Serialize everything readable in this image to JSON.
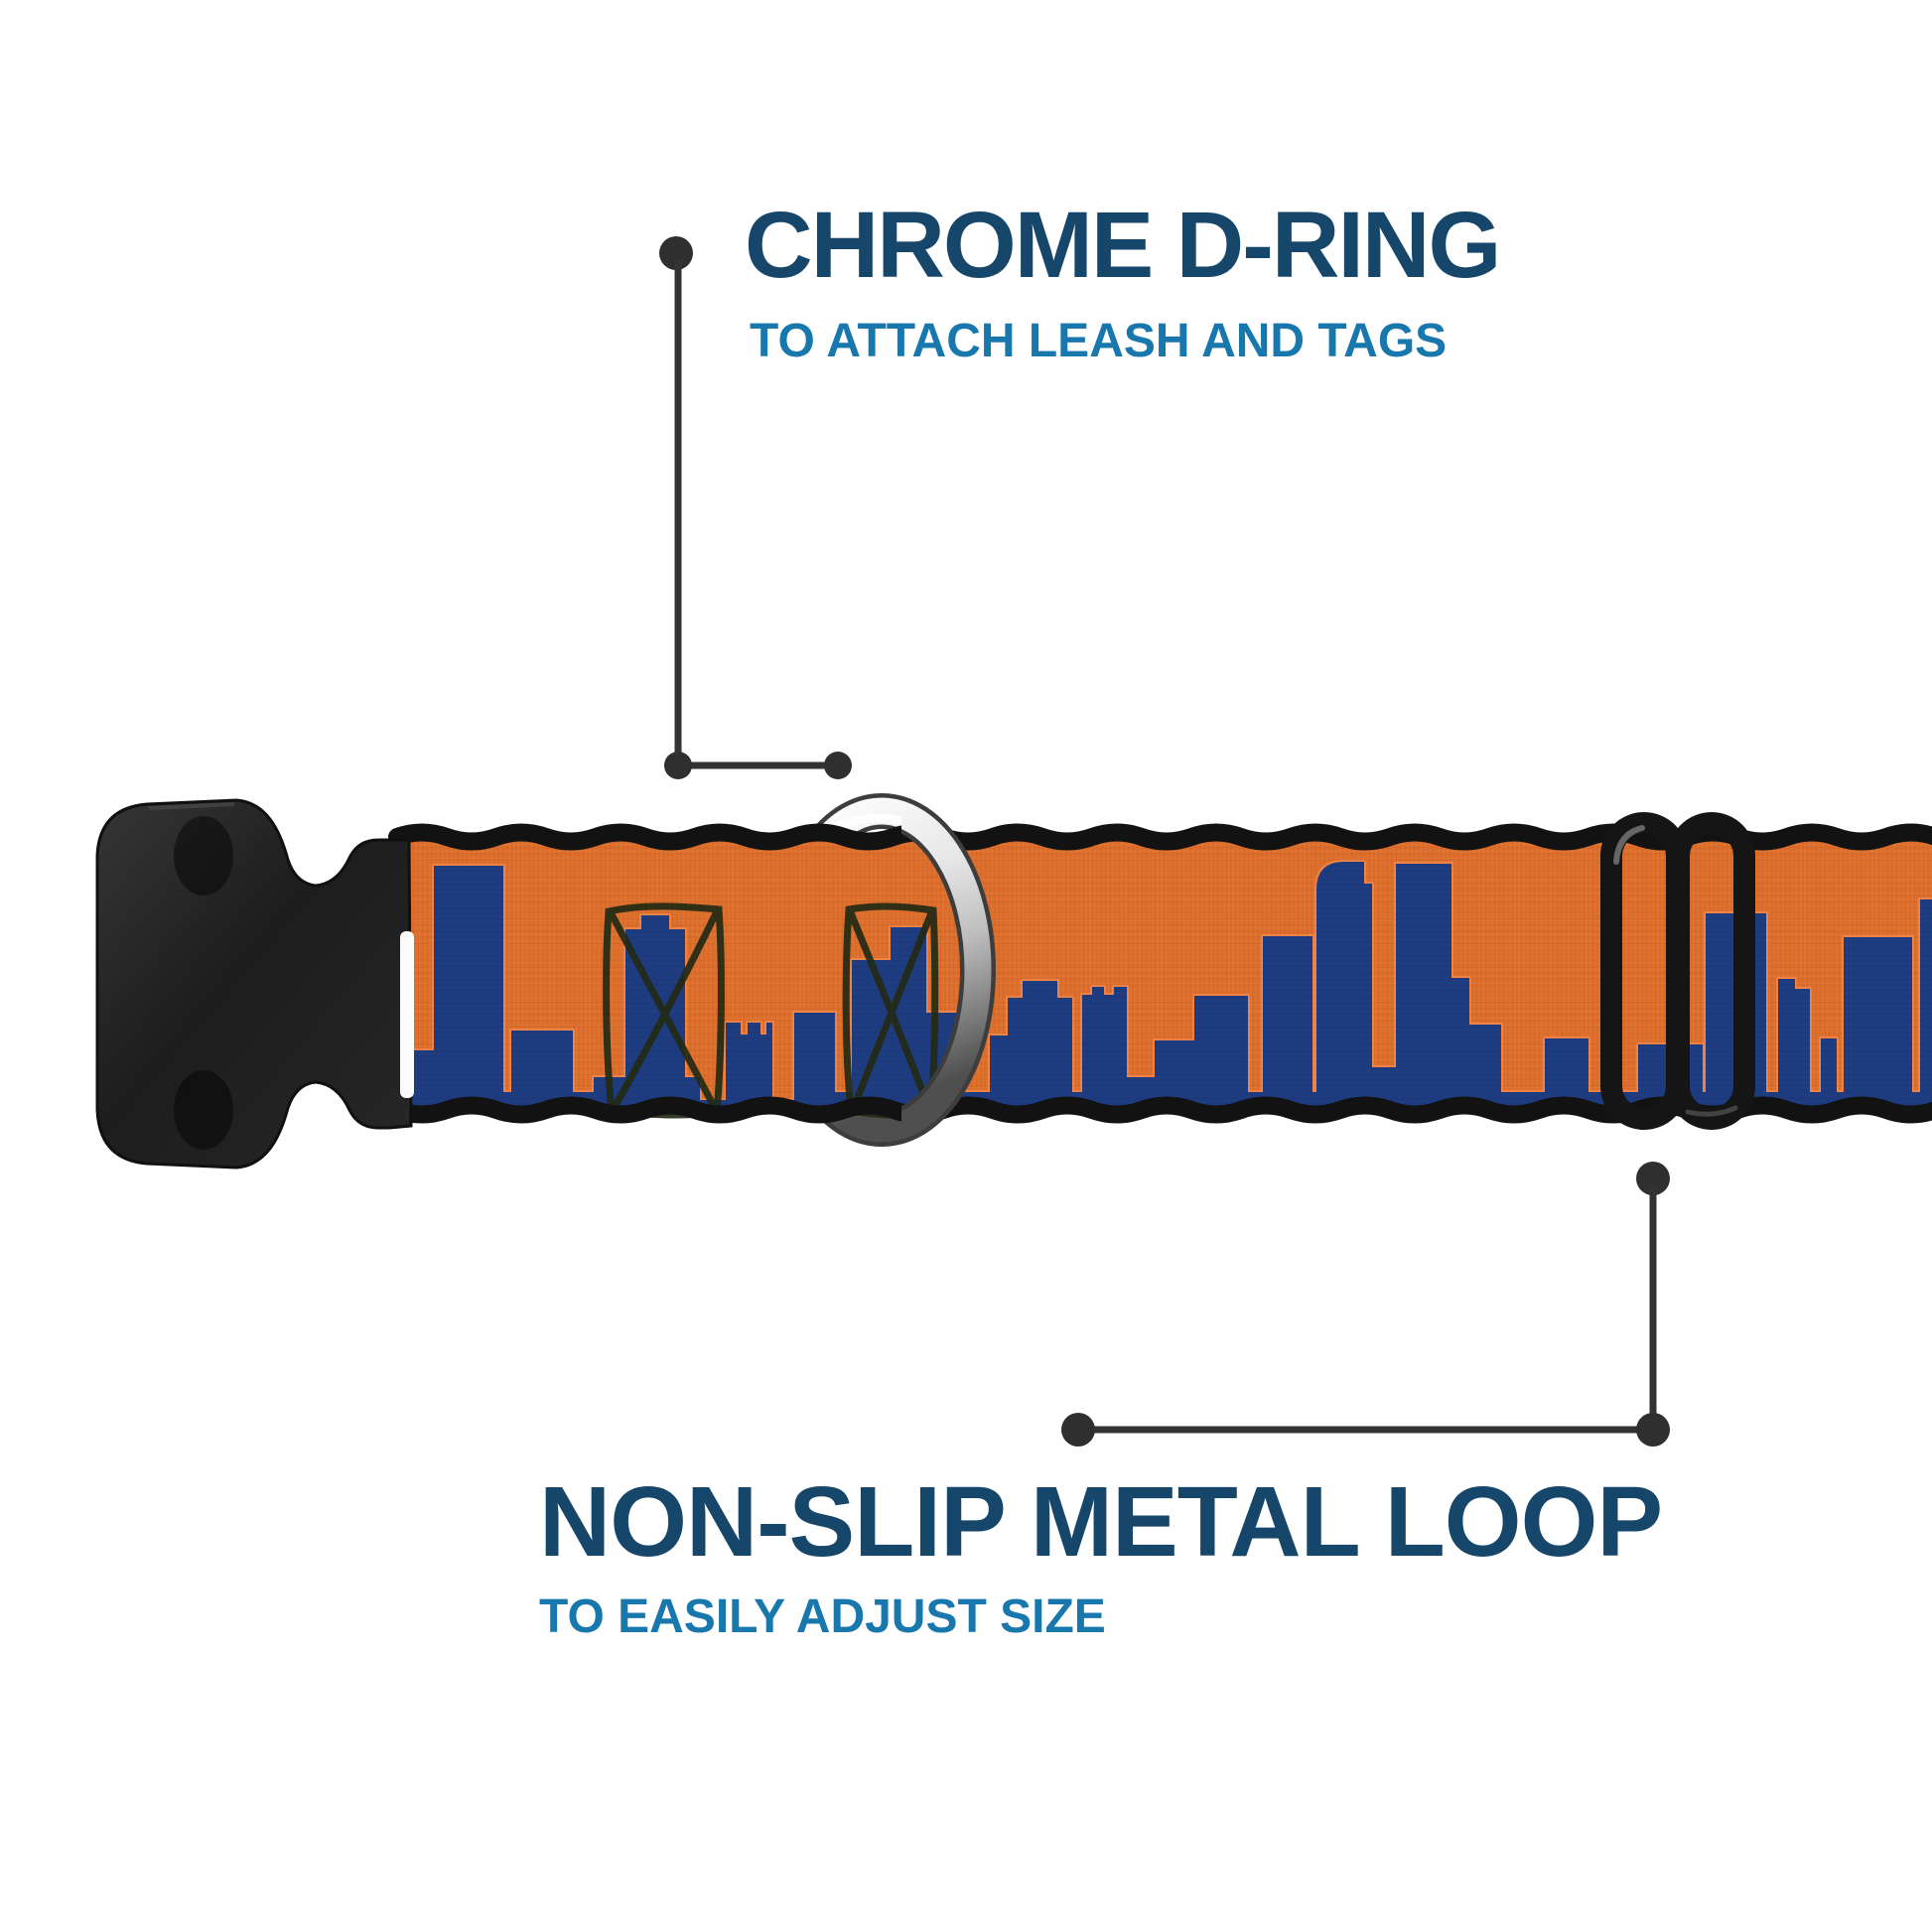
{
  "annotations": {
    "dring": {
      "title": "CHROME D-RING",
      "subtitle": "TO ATTACH LEASH AND TAGS"
    },
    "loop": {
      "title": "NON-SLIP METAL LOOP",
      "subtitle": "TO EASILY ADJUST SIZE"
    }
  },
  "product": {
    "parts": {
      "buckle": "black side-release buckle",
      "d_ring": "chrome d-ring",
      "metal_loop": "non-slip metal loop slider",
      "strap": "orange and navy city-skyline webbing"
    }
  },
  "colors": {
    "title_text": "#16466A",
    "subtitle_text": "#1878AE",
    "strap_orange": "#E0702D",
    "strap_navy": "#1E3C80",
    "strap_edge_black": "#121212",
    "sketch_line": "#232B15",
    "chrome": "#D8D8D8",
    "hardware_black": "#1A1A1A",
    "leader_line": "#333333",
    "background": "#FFFFFF"
  }
}
